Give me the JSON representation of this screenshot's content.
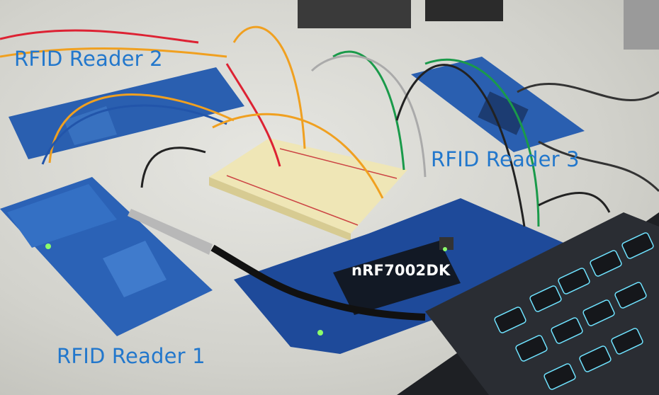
{
  "labels": {
    "reader_1": "RFID Reader 1",
    "reader_2": "RFID Reader 2",
    "reader_3": "RFID Reader 3",
    "devkit": "nRF7002DK"
  },
  "colors": {
    "label_blue": "#2277cc",
    "board_blue": "#1f56a8",
    "devkit_blue": "#1e3f8a",
    "breadboard": "#efe6b6",
    "laptop": "#202226",
    "key_glow": "#6fe3ff"
  }
}
